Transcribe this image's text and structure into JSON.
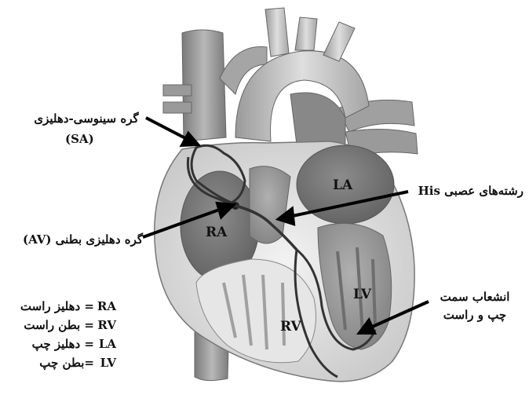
{
  "labels": {
    "sa_line1": "گره سینوسی-دهلیزی",
    "sa_line2": "(SA)",
    "his": "رشته‌های عصبی His",
    "av": "گره دهلیزی بطنی (AV)",
    "branches_line1": "انشعاب سمت",
    "branches_line2": "چپ و راست"
  },
  "chambers": {
    "ra": "RA",
    "la": "LA",
    "rv": "RV",
    "lv": "LV"
  },
  "legend": [
    {
      "abbr": "RA",
      "text": "= دهلیز راست"
    },
    {
      "abbr": "RV",
      "text": "= بطن راست"
    },
    {
      "abbr": "LA",
      "text": "= دهلیز چپ"
    },
    {
      "abbr": "LV",
      "text": "=بطن چپ"
    }
  ]
}
